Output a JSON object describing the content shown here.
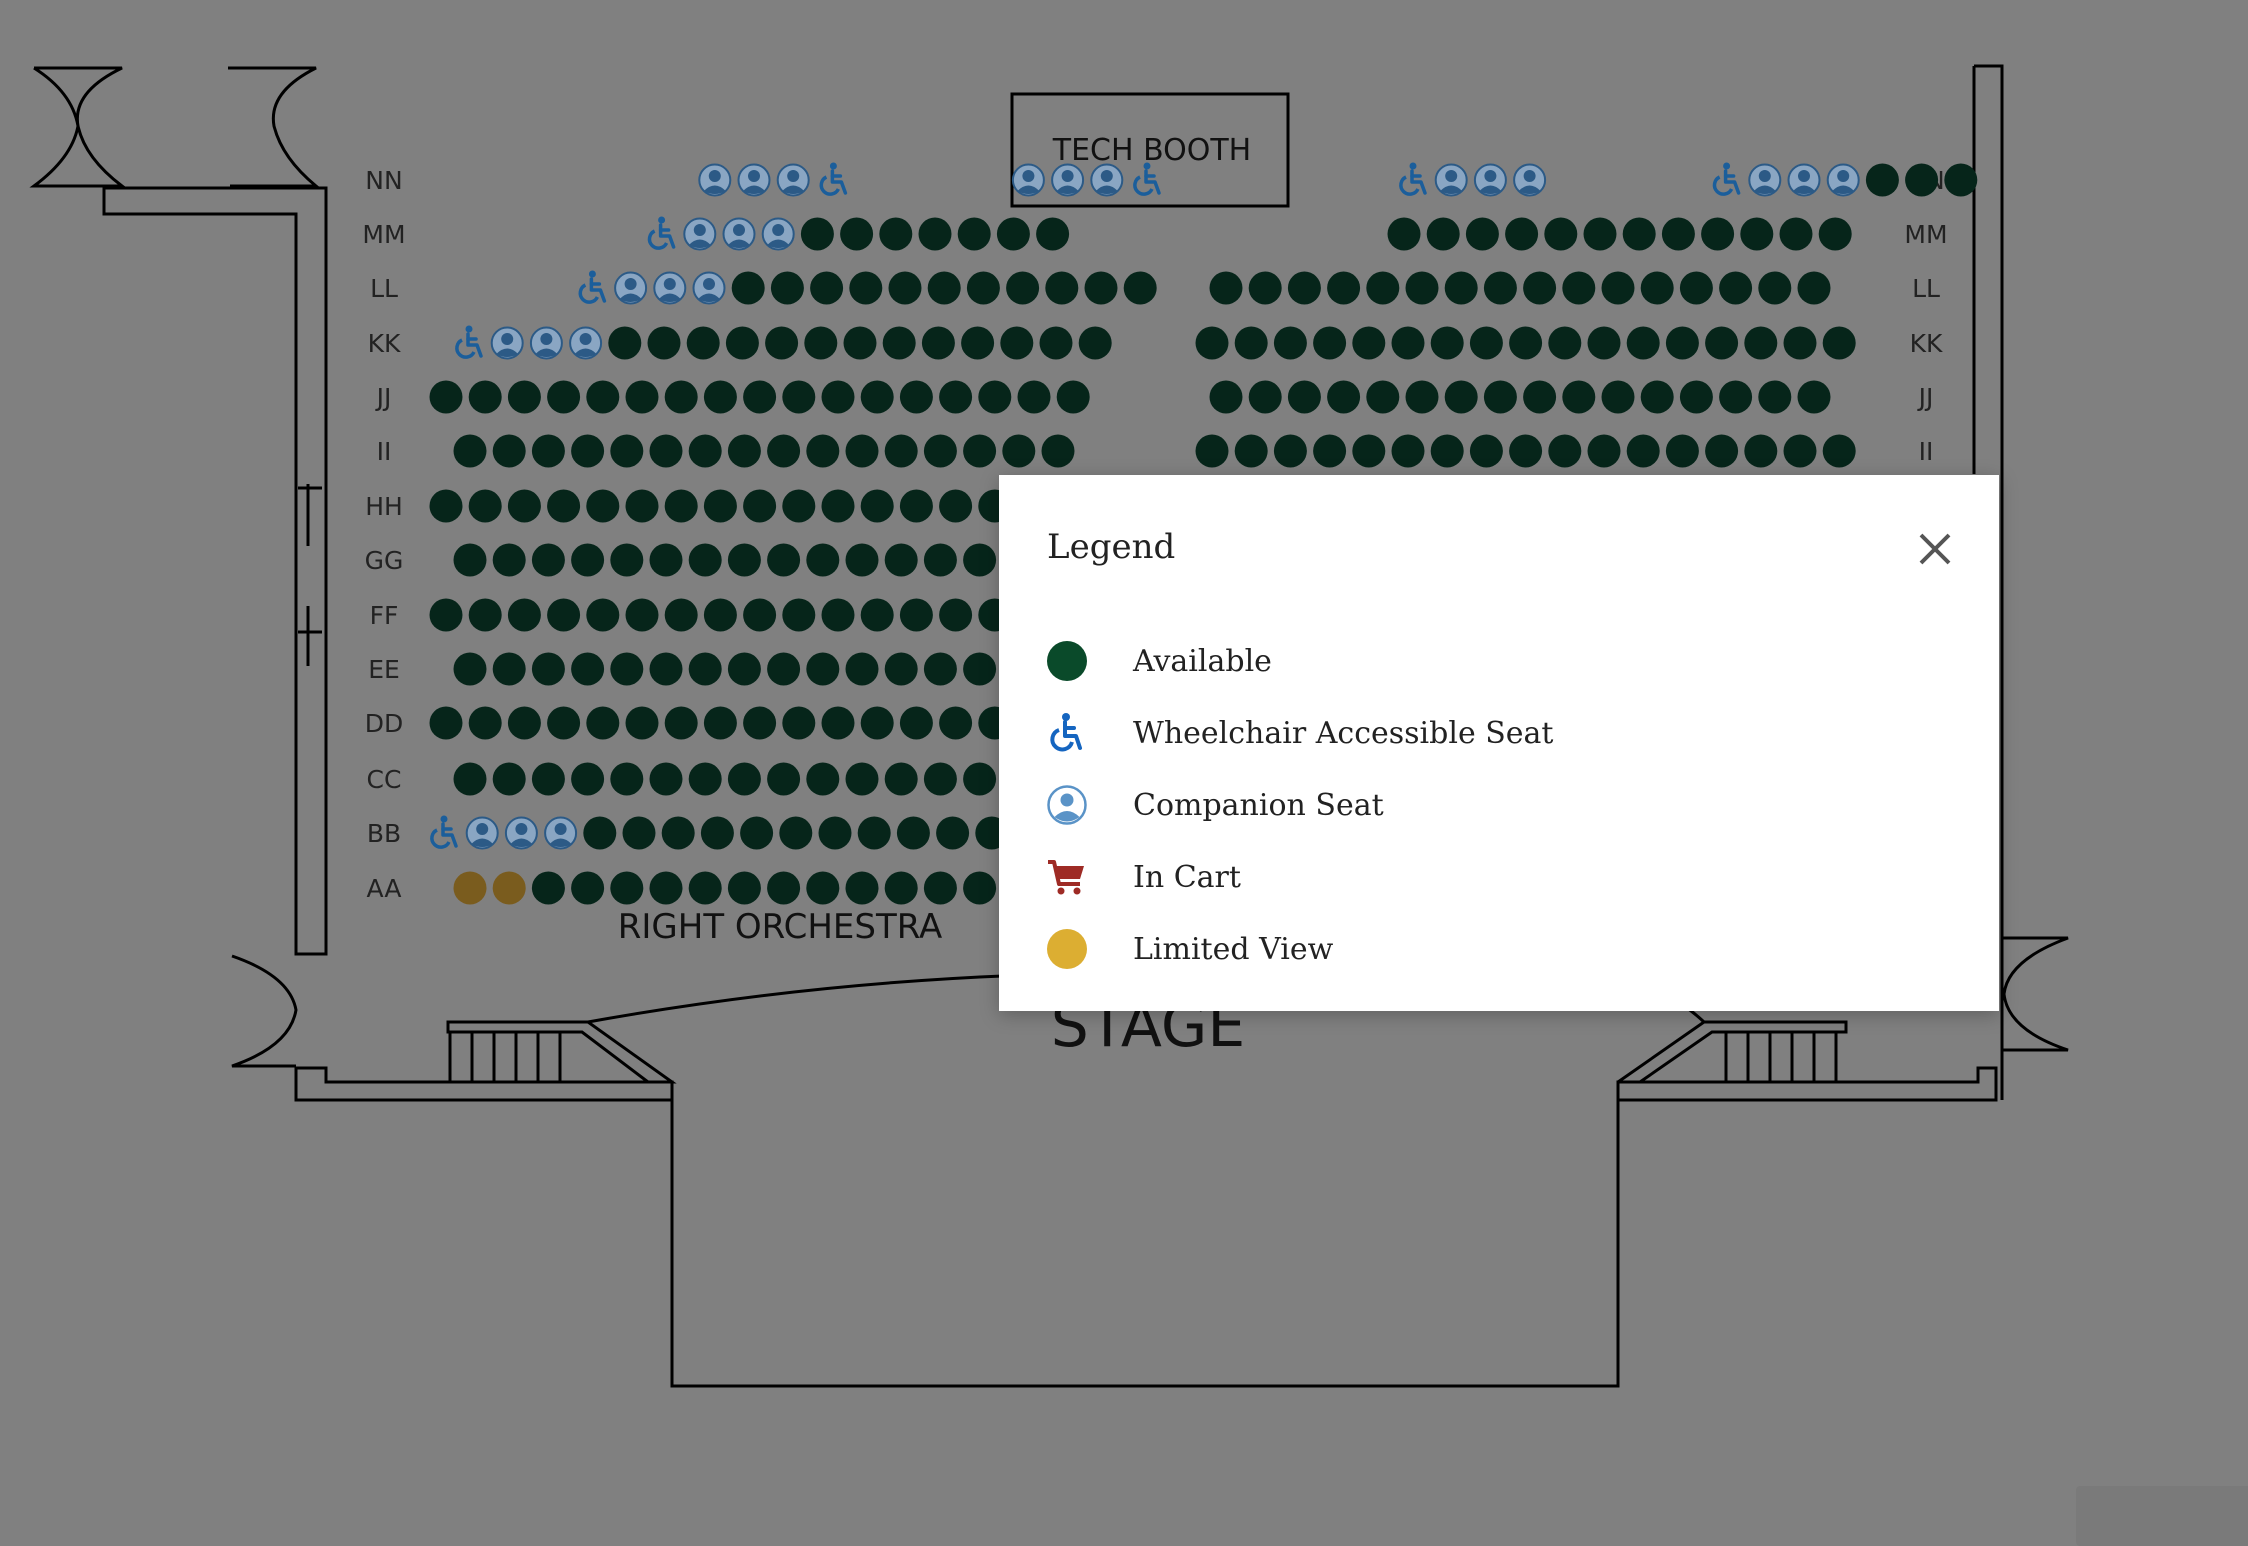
{
  "colors": {
    "background": "#808080",
    "available": "#06251a",
    "accessible": "#1b5e9b",
    "companion": "#2c5a86",
    "limited_view": "#7a5c1e",
    "legend_available": "#0a4a2a",
    "legend_accessible": "#1565c0",
    "legend_companion": "#5a93c7",
    "legend_cart": "#9e2b25",
    "legend_limited": "#dcae32"
  },
  "map": {
    "tech_booth": "TECH BOOTH",
    "section_label": "RIGHT ORCHESTRA",
    "stage_label": "STAGE",
    "rows": [
      "NN",
      "MM",
      "LL",
      "KK",
      "JJ",
      "II",
      "HH",
      "GG",
      "FF",
      "EE",
      "DD",
      "CC",
      "BB",
      "AA"
    ],
    "left_block": [
      [
        "",
        "",
        "",
        "",
        "c",
        "c",
        "c",
        "w",
        "",
        "",
        "",
        "",
        "c",
        "c",
        "c",
        "w"
      ],
      [
        "",
        "",
        "",
        "w",
        "c",
        "c",
        "c",
        "a",
        "a",
        "a",
        "a",
        "a",
        "a",
        "a"
      ],
      [
        "",
        "",
        "w",
        "c",
        "c",
        "c",
        "a",
        "a",
        "a",
        "a",
        "a",
        "a",
        "a",
        "a",
        "a",
        "a",
        "a"
      ],
      [
        "w",
        "c",
        "c",
        "c",
        "a",
        "a",
        "a",
        "a",
        "a",
        "a",
        "a",
        "a",
        "a",
        "a",
        "a",
        "a",
        "a"
      ],
      [
        "a",
        "a",
        "a",
        "a",
        "a",
        "a",
        "a",
        "a",
        "a",
        "a",
        "a",
        "a",
        "a",
        "a",
        "a",
        "a",
        "a"
      ],
      [
        "a",
        "a",
        "a",
        "a",
        "a",
        "a",
        "a",
        "a",
        "a",
        "a",
        "a",
        "a",
        "a",
        "a",
        "a",
        "a"
      ],
      [
        "a",
        "a",
        "a",
        "a",
        "a",
        "a",
        "a",
        "a",
        "a",
        "a",
        "a",
        "a",
        "a",
        "a",
        "a"
      ],
      [
        "a",
        "a",
        "a",
        "a",
        "a",
        "a",
        "a",
        "a",
        "a",
        "a",
        "a",
        "a",
        "a",
        "a"
      ],
      [
        "a",
        "a",
        "a",
        "a",
        "a",
        "a",
        "a",
        "a",
        "a",
        "a",
        "a",
        "a",
        "a",
        "a",
        "a"
      ],
      [
        "a",
        "a",
        "a",
        "a",
        "a",
        "a",
        "a",
        "a",
        "a",
        "a",
        "a",
        "a",
        "a",
        "a"
      ],
      [
        "a",
        "a",
        "a",
        "a",
        "a",
        "a",
        "a",
        "a",
        "a",
        "a",
        "a",
        "a",
        "a",
        "a",
        "a"
      ],
      [
        "a",
        "a",
        "a",
        "a",
        "a",
        "a",
        "a",
        "a",
        "a",
        "a",
        "a",
        "a",
        "a",
        "a"
      ],
      [
        "w",
        "c",
        "c",
        "c",
        "a",
        "a",
        "a",
        "a",
        "a",
        "a",
        "a",
        "a",
        "a",
        "a",
        "a"
      ],
      [
        "l",
        "l",
        "a",
        "a",
        "a",
        "a",
        "a",
        "a",
        "a",
        "a",
        "a",
        "a",
        "a",
        "a"
      ]
    ],
    "right_block": [
      [
        "w",
        "c",
        "c",
        "c",
        "",
        "",
        "",
        "",
        "w",
        "c",
        "c",
        "c",
        "a",
        "a",
        "a"
      ],
      [
        "a",
        "a",
        "a",
        "a",
        "a",
        "a",
        "a",
        "a",
        "a",
        "a",
        "a",
        "a"
      ],
      [
        "a",
        "a",
        "a",
        "a",
        "a",
        "a",
        "a",
        "a",
        "a",
        "a",
        "a",
        "a",
        "a",
        "a",
        "a",
        "a"
      ],
      [
        "a",
        "a",
        "a",
        "a",
        "a",
        "a",
        "a",
        "a",
        "a",
        "a",
        "a",
        "a",
        "a",
        "a",
        "a",
        "a",
        "a"
      ],
      [
        "a",
        "a",
        "a",
        "a",
        "a",
        "a",
        "a",
        "a",
        "a",
        "a",
        "a",
        "a",
        "a",
        "a",
        "a",
        "a"
      ],
      [
        "a",
        "a",
        "a",
        "a",
        "a",
        "a",
        "a",
        "a",
        "a",
        "a",
        "a",
        "a",
        "a",
        "a",
        "a",
        "a",
        "a"
      ]
    ]
  },
  "legend": {
    "title": "Legend",
    "items": [
      {
        "label": "Available",
        "icon": "available-seat-icon"
      },
      {
        "label": "Wheelchair Accessible Seat",
        "icon": "wheelchair-icon"
      },
      {
        "label": "Companion Seat",
        "icon": "companion-icon"
      },
      {
        "label": "In Cart",
        "icon": "cart-icon"
      },
      {
        "label": "Limited View",
        "icon": "limited-view-icon"
      }
    ]
  }
}
